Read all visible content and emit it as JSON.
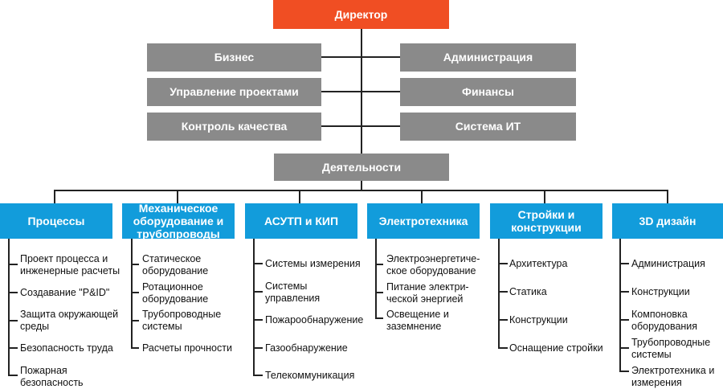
{
  "director": "Директор",
  "staff_left": [
    "Бизнес",
    "Управление проектами",
    "Контроль качества"
  ],
  "staff_right": [
    "Администрация",
    "Финансы",
    "Система ИТ"
  ],
  "activities": "Деятельности",
  "departments": [
    {
      "title": "Процессы",
      "items": [
        "Проект процесса и инженерные расчеты",
        "Создавание \"P&ID\"",
        "Защита окружающей среды",
        "Безопасность труда",
        "Пожарная безопасность"
      ]
    },
    {
      "title": "Механическое оборудование и трубопроводы",
      "items": [
        "Статическое оборудование",
        "Ротационное оборудование",
        "Трубопроводные системы",
        "Расчеты прочности"
      ]
    },
    {
      "title": "АСУТП и КИП",
      "items": [
        "Системы измерения",
        "Системы управления",
        "Пожарообнаружение",
        "Газообнаружение",
        "Телекоммуникация"
      ]
    },
    {
      "title": "Электротехника",
      "items": [
        "Электроэнергетиче-ское оборудование",
        "Питание электри-ческой энергией",
        "Освещение и заземнение"
      ]
    },
    {
      "title": "Стройки и конструкции",
      "items": [
        "Архитектура",
        "Статика",
        "Конструкции",
        "Оснащение стройки"
      ]
    },
    {
      "title": "3D дизайн",
      "items": [
        "Администрация",
        "Конструкции",
        "Компоновка оборудования",
        "Трубопроводные системы",
        "Электротехника и измерения"
      ]
    }
  ]
}
